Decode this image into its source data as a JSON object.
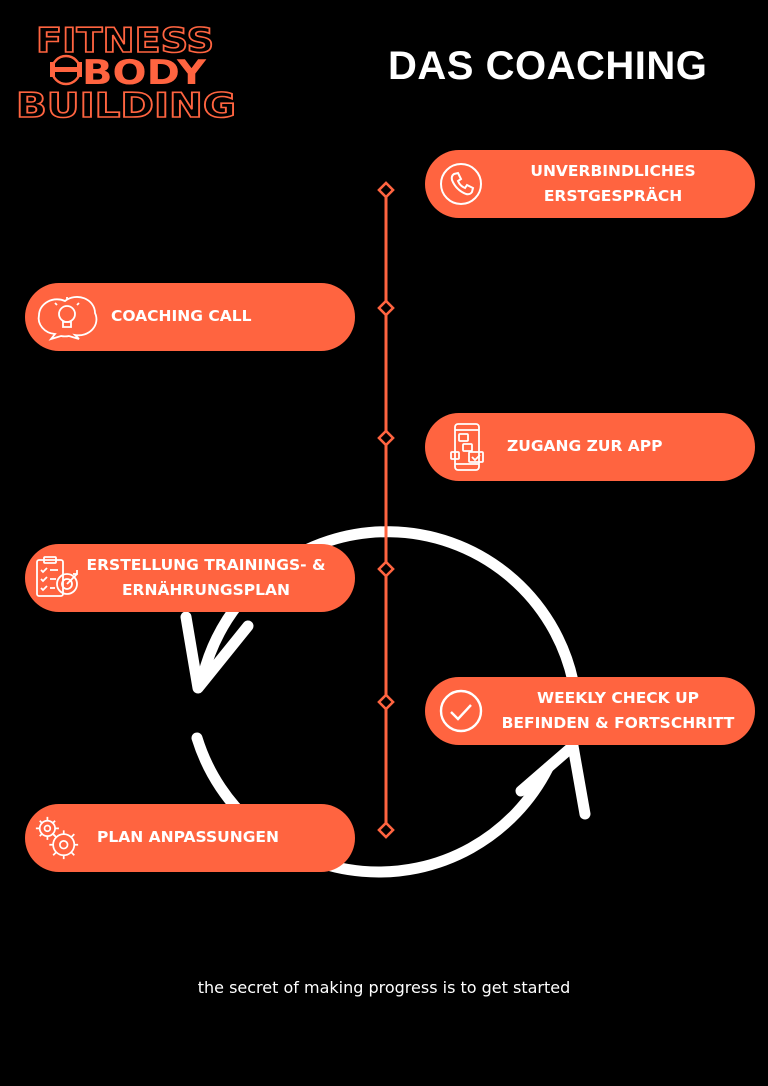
{
  "brand": {
    "line1": "FITNESS",
    "line2": "BODY",
    "line3": "BUILDING",
    "accent": "#ff6440"
  },
  "title": "DAS COACHING",
  "steps": [
    {
      "label": "UNVERBINDLICHES\nERSTGESPRÄCH",
      "icon": "phone-icon"
    },
    {
      "label": "COACHING CALL",
      "icon": "lightbulb-speech-icon"
    },
    {
      "label": "ZUGANG ZUR APP",
      "icon": "mobile-app-icon"
    },
    {
      "label": "ERSTELLUNG TRAININGS- &\nERNÄHRUNGSPLAN",
      "icon": "clipboard-target-icon"
    },
    {
      "label": "WEEKLY CHECK UP\nBEFINDEN & FORTSCHRITT",
      "icon": "check-circle-icon"
    },
    {
      "label": "PLAN ANPASSUNGEN",
      "icon": "gears-icon"
    }
  ],
  "footer": "the secret of making progress is to get started",
  "colors": {
    "background": "#000000",
    "box": "#ff6440",
    "text": "#ffffff"
  }
}
